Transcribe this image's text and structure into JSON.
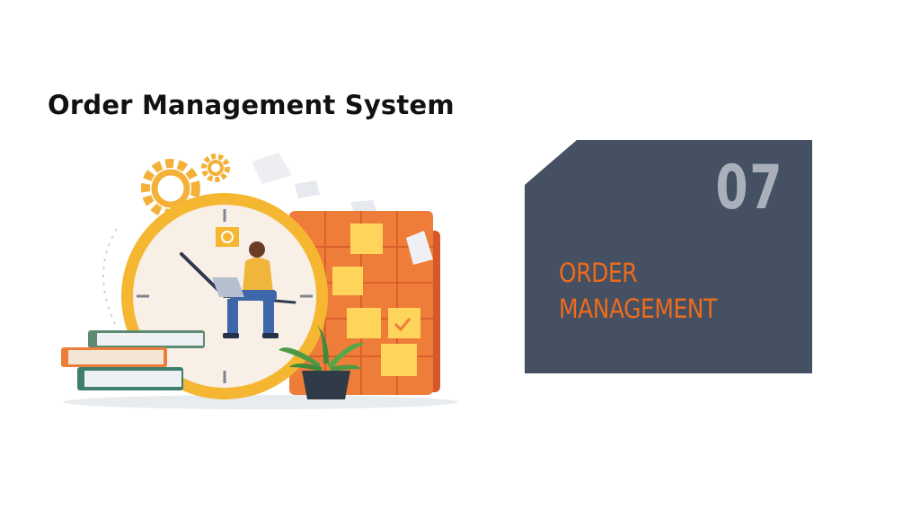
{
  "slide": {
    "title": "Order Management System",
    "card": {
      "number": "07",
      "label_line1": "ORDER",
      "label_line2": "MANAGEMENT"
    }
  },
  "colors": {
    "card_bg": "#455062",
    "card_number": "#a9b0bb",
    "accent_orange": "#ee6b1c",
    "clock_ring": "#f5b731",
    "board_orange": "#ef7d3a",
    "sticky_yellow": "#ffd45a"
  },
  "illustration": {
    "icons": [
      "gear-icon",
      "clock-icon",
      "person-with-laptop",
      "calendar-board",
      "books-stack",
      "potted-plant",
      "floating-papers"
    ]
  }
}
